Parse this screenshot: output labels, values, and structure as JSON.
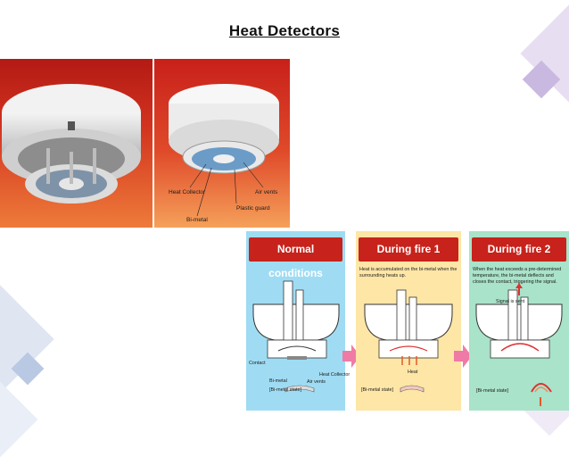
{
  "page": {
    "title": "Heat  Detectors"
  },
  "photo_right": {
    "labels": {
      "heat_collector": "Heat Collector",
      "air_vents": "Air vents",
      "plastic_guard": "Plastic guard",
      "bi_metal": "Bi-metal"
    }
  },
  "diagram": {
    "panels": [
      {
        "title": "Normal conditions",
        "labels": {
          "contact": "Contact",
          "heat_collector": "Heat Collector",
          "bi_metal": "Bi-metal",
          "bi_metal_state": "[Bi-metal state]",
          "air_vents": "Air vents"
        }
      },
      {
        "title": "During fire 1",
        "description": "Heat is accumulated on the bi-metal when the surrounding heats up.",
        "labels": {
          "heat": "Heat",
          "bi_metal_state": "[Bi-metal state]"
        }
      },
      {
        "title": "During fire 2",
        "description": "When the heat exceeds a pre-determined temperature, the bi-metal deflects and closes the contact, triggering the signal.",
        "labels": {
          "signal_sent": "Signal is sent",
          "bi_metal_state": "[Bi-metal state]"
        }
      }
    ]
  },
  "colors": {
    "header_red": "#c7221b",
    "normal_bg": "#9fdcf3",
    "fire1_bg": "#fde6a6",
    "fire2_bg": "#a9e3c9",
    "arrow_pink": "#f07aa6",
    "deco_lavender": "#d4c8e6"
  }
}
